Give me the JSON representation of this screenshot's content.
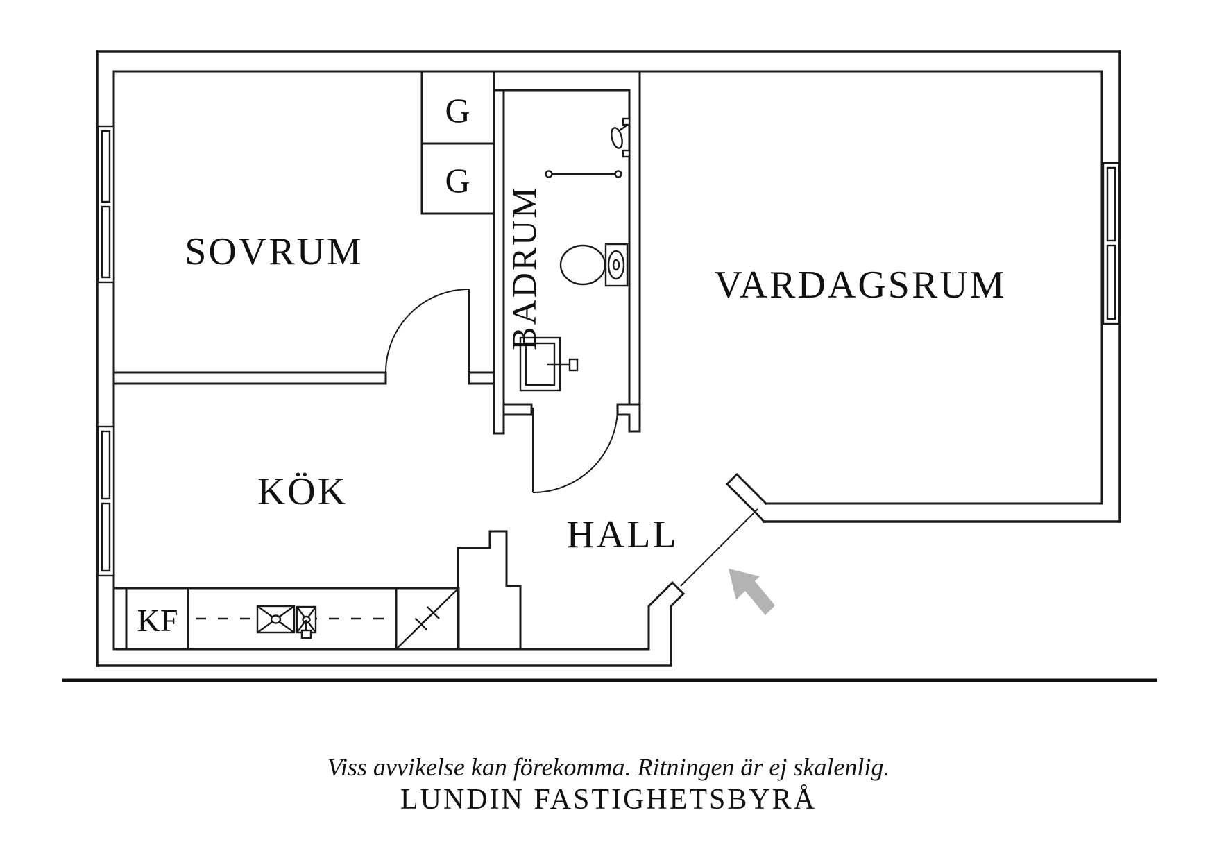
{
  "colors": {
    "background": "#ffffff",
    "line": "#1a1a1a",
    "arrow": "#b3b3b3"
  },
  "rooms": {
    "bedroom": "SOVRUM",
    "kitchen": "KÖK",
    "bathroom": "BADRUM",
    "hall": "HALL",
    "living_room": "VARDAGSRUM"
  },
  "fixtures": {
    "wardrobe_top": "G",
    "wardrobe_bottom": "G",
    "fridge_freezer": "KF"
  },
  "footer": {
    "disclaimer": "Viss avvikelse kan förekomma. Ritningen är ej skalenlig.",
    "agency": "LUNDIN FASTIGHETSBYRÅ"
  }
}
